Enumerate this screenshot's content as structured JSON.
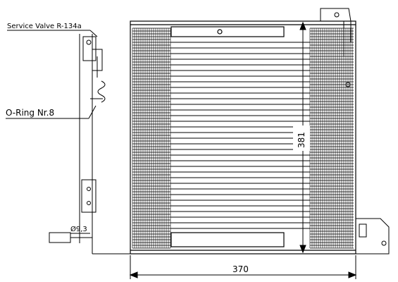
{
  "labels": {
    "service_valve": "Service Valve R-134a",
    "o_ring": "O-Ring Nr.8",
    "pipe_diameter": "Ø9,3"
  },
  "dimensions": {
    "height": "381",
    "width": "370"
  }
}
